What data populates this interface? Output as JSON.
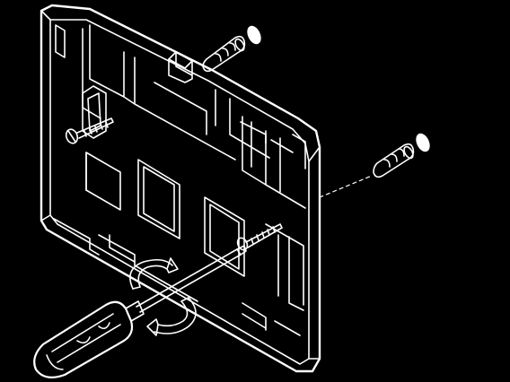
{
  "diagram": {
    "background_color": "#000000",
    "line_color": "#ffffff",
    "parts": [
      {
        "id": "mounting-plate",
        "icon": "wall-plate"
      },
      {
        "id": "wall-plug-upper",
        "icon": "plug"
      },
      {
        "id": "wall-plug-lower",
        "icon": "plug"
      },
      {
        "id": "drill-hole-upper",
        "icon": "hole"
      },
      {
        "id": "drill-hole-lower",
        "icon": "hole"
      },
      {
        "id": "screw-left",
        "icon": "screw"
      },
      {
        "id": "screw-bottom",
        "icon": "screw"
      },
      {
        "id": "screwdriver",
        "icon": "screwdriver"
      },
      {
        "id": "rotation-arrows",
        "icon": "clockwise-rotation"
      }
    ]
  }
}
